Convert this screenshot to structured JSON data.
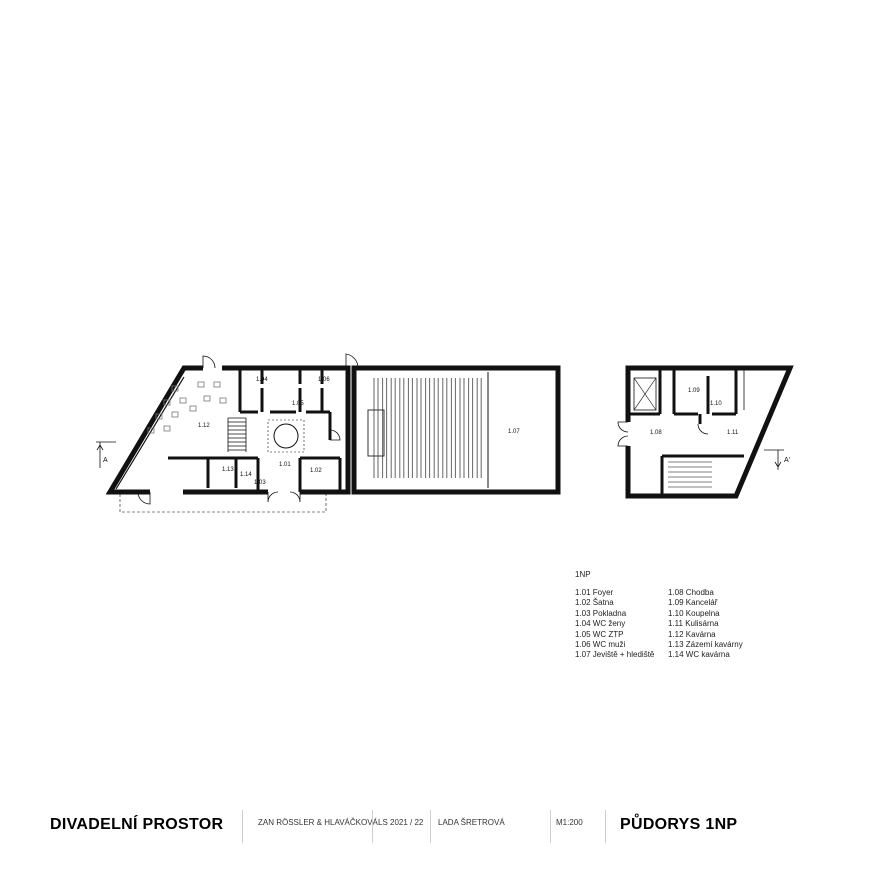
{
  "plan": {
    "rooms": [
      {
        "id": "1.01",
        "name": "Foyer"
      },
      {
        "id": "1.02",
        "name": "Šatna"
      },
      {
        "id": "1.03",
        "name": "Pokladna"
      },
      {
        "id": "1.04",
        "name": "WC ženy"
      },
      {
        "id": "1.05",
        "name": "WC ZTP"
      },
      {
        "id": "1.06",
        "name": "WC muži"
      },
      {
        "id": "1.07",
        "name": "Jeviště + hlediště"
      },
      {
        "id": "1.08",
        "name": "Chodba"
      },
      {
        "id": "1.09",
        "name": "Kancelář"
      },
      {
        "id": "1.10",
        "name": "Koupelna"
      },
      {
        "id": "1.11",
        "name": "Kulisárna"
      },
      {
        "id": "1.12",
        "name": "Kavárna"
      },
      {
        "id": "1.13",
        "name": "Zázemí kavárny"
      },
      {
        "id": "1.14",
        "name": "WC kavárna"
      }
    ],
    "section_marker_left": "A",
    "section_marker_right": "A'"
  },
  "legend": {
    "title": "1NP",
    "col1": [
      "1.01 Foyer",
      "1.02 Šatna",
      "1.03 Pokladna",
      "1.04 WC ženy",
      "1.05 WC ZTP",
      "1.06 WC muži",
      "1.07 Jeviště + hlediště"
    ],
    "col2": [
      "1.08 Chodba",
      "1.09 Kancelář",
      "1.10 Koupelna",
      "1.11 Kulisárna",
      "1.12 Kavárna",
      "1.13 Zázemí kavárny",
      "1.14 WC kavárna"
    ]
  },
  "title_block": {
    "project": "DIVADELNÍ PROSTOR",
    "authors": "ZAN RÖSSLER & HLAVÁČKOVÁ",
    "semester": "LS 2021 / 22",
    "tutor": "LADA ŠRETROVÁ",
    "scale": "M1:200",
    "drawing": "PŮDORYS 1NP"
  }
}
